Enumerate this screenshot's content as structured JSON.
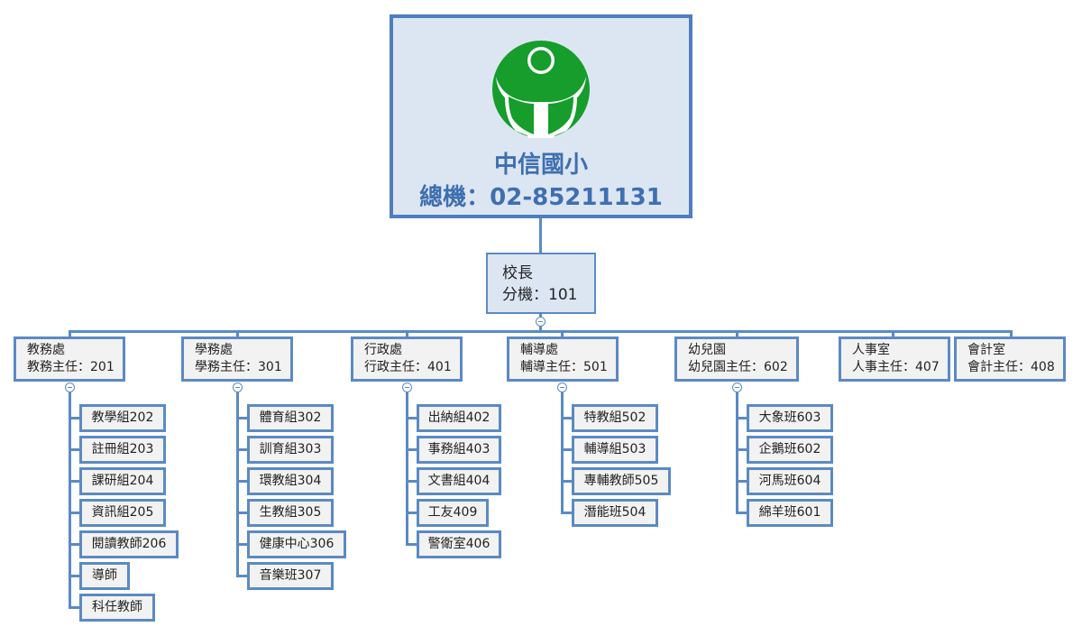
{
  "school": {
    "name": "中信國小",
    "phone": "總機：02-85211131"
  },
  "principal": {
    "title": "校長",
    "ext": "分機：101"
  },
  "departments": [
    {
      "name": "教務處",
      "head": "教務主任：201",
      "units": [
        "教學組202",
        "註冊組203",
        "課研組204",
        "資訊組205",
        "閱讀教師206",
        "導師",
        "科任教師"
      ]
    },
    {
      "name": "學務處",
      "head": "學務主任：301",
      "units": [
        "體育組302",
        "訓育組303",
        "環教組304",
        "生教組305",
        "健康中心306",
        "音樂班307"
      ]
    },
    {
      "name": "行政處",
      "head": "行政主任：401",
      "units": [
        "出納組402",
        "事務組403",
        "文書組404",
        "工友409",
        "警衛室406"
      ]
    },
    {
      "name": "輔導處",
      "head": "輔導主任：501",
      "units": [
        "特教組502",
        "輔導組503",
        "專輔教師505",
        "潛能班504"
      ]
    },
    {
      "name": "幼兒園",
      "head": "幼兒園主任：602",
      "units": [
        "大象班603",
        "企鵝班602",
        "河馬班604",
        "綿羊班601"
      ]
    },
    {
      "name": "人事室",
      "head": "人事主任：407",
      "units": []
    },
    {
      "name": "會計室",
      "head": "會計主任：408",
      "units": []
    }
  ],
  "colors": {
    "connector": "#5b8ac4",
    "title_text": "#3e6fb0",
    "logo_green": "#169d2b"
  }
}
